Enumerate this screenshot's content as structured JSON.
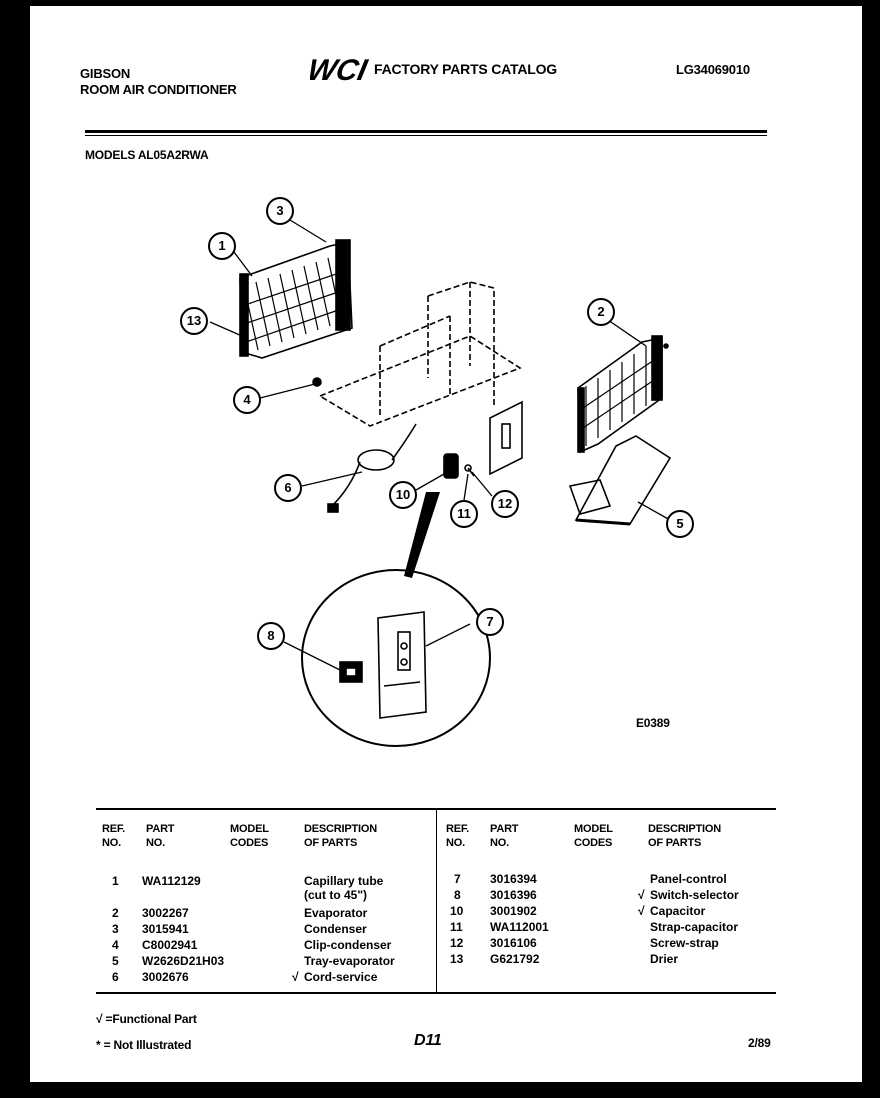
{
  "header": {
    "brand": "GIBSON",
    "product": "ROOM AIR CONDITIONER",
    "logo": "WCI",
    "catalog_title": "FACTORY PARTS CATALOG",
    "catalog_number": "LG34069010",
    "models": "MODELS AL05A2RWA"
  },
  "diagram": {
    "drawing_code": "E0389",
    "callouts": [
      "1",
      "2",
      "3",
      "4",
      "5",
      "6",
      "7",
      "8",
      "10",
      "11",
      "12",
      "13"
    ]
  },
  "table": {
    "columns": {
      "ref_no": "REF.\nNO.",
      "part_no": "PART\nNO.",
      "model_codes": "MODEL\nCODES",
      "description": "DESCRIPTION\nOF PARTS"
    },
    "left_rows": [
      {
        "ref": "1",
        "part": "WA112129",
        "mark": "",
        "desc": "Capillary tube",
        "desc2": "(cut to 45\")"
      },
      {
        "ref": "2",
        "part": "3002267",
        "mark": "",
        "desc": "Evaporator"
      },
      {
        "ref": "3",
        "part": "3015941",
        "mark": "",
        "desc": "Condenser"
      },
      {
        "ref": "4",
        "part": "C8002941",
        "mark": "",
        "desc": "Clip-condenser"
      },
      {
        "ref": "5",
        "part": "W2626D21H03",
        "mark": "",
        "desc": "Tray-evaporator"
      },
      {
        "ref": "6",
        "part": "3002676",
        "mark": "√",
        "desc": "Cord-service"
      }
    ],
    "right_rows": [
      {
        "ref": "7",
        "part": "3016394",
        "mark": "",
        "desc": "Panel-control"
      },
      {
        "ref": "8",
        "part": "3016396",
        "mark": "√",
        "desc": "Switch-selector"
      },
      {
        "ref": "10",
        "part": "3001902",
        "mark": "√",
        "desc": "Capacitor"
      },
      {
        "ref": "11",
        "part": "WA112001",
        "mark": "",
        "desc": "Strap-capacitor"
      },
      {
        "ref": "12",
        "part": "3016106",
        "mark": "",
        "desc": "Screw-strap"
      },
      {
        "ref": "13",
        "part": "G621792",
        "mark": "",
        "desc": "Drier"
      }
    ]
  },
  "footer": {
    "legend_functional": "√ =Functional Part",
    "legend_not_illustrated": "* = Not Illustrated",
    "page_code": "D11",
    "date": "2/89"
  }
}
